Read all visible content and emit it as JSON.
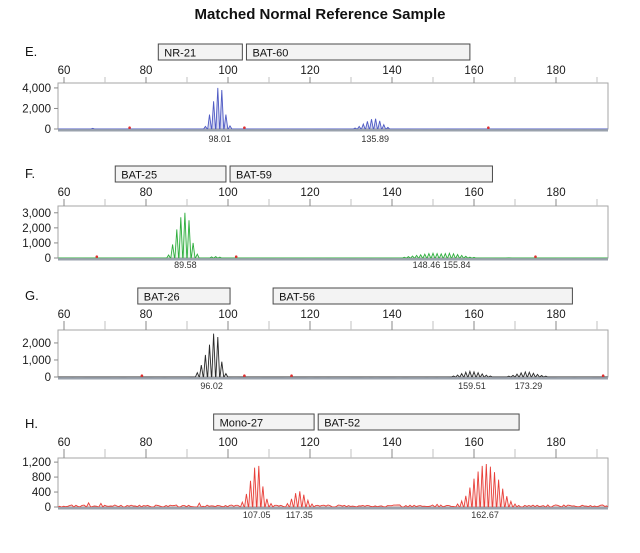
{
  "title": "Matched Normal Reference Sample",
  "colors": {
    "frame": "#a6a6a6",
    "baseline_bar": "#9aa2ac",
    "marker_bar_fill": "#f3f3f3",
    "marker_bar_border": "#4a4a4a",
    "tick_major": "#8a8a8a",
    "tick_minor": "#c2c2c2",
    "red_dot": "#e03030",
    "blue_trace": "#4f5bc4",
    "green_trace": "#2fae3e",
    "black_trace": "#2b2b2b",
    "red_trace": "#e8403a"
  },
  "x_axis": {
    "labeled_ticks": [
      60,
      80,
      100,
      120,
      140,
      160,
      180
    ],
    "minor_step": 10,
    "min_tick": 60,
    "max_tick": 190
  },
  "chart_data": [
    {
      "panel": "E.",
      "type": "area",
      "trace_color_key": "blue_trace",
      "fill_opacity": 0.25,
      "y_ticks": [
        {
          "v": 0,
          "label": "0"
        },
        {
          "v": 2000,
          "label": "2,000"
        },
        {
          "v": 4000,
          "label": "4,000"
        }
      ],
      "markers": [
        {
          "label": "NR-21",
          "start_bp": 83,
          "end_bp": 103.5
        },
        {
          "label": "BAT-60",
          "start_bp": 104.5,
          "end_bp": 159
        }
      ],
      "clusters": [
        {
          "start_bp": 94.5,
          "heights": [
            250,
            1400,
            2700,
            4000,
            3800,
            1400,
            300
          ],
          "labels": [
            {
              "text": "98.01",
              "bp": 98.0
            }
          ]
        },
        {
          "start_bp": 131,
          "heights": [
            100,
            250,
            480,
            750,
            950,
            1000,
            800,
            420,
            160
          ],
          "labels": [
            {
              "text": "135.89",
              "bp": 135.9
            }
          ]
        }
      ],
      "bumps": [
        {
          "bp": 67,
          "h": 70
        }
      ],
      "noise_amp": 10,
      "red_dots": [
        76,
        104,
        163.5
      ]
    },
    {
      "panel": "F.",
      "type": "area",
      "trace_color_key": "green_trace",
      "fill_opacity": 0.1,
      "y_ticks": [
        {
          "v": 0,
          "label": "0"
        },
        {
          "v": 1000,
          "label": "1,000"
        },
        {
          "v": 2000,
          "label": "2,000"
        },
        {
          "v": 3000,
          "label": "3,000"
        }
      ],
      "markers": [
        {
          "label": "BAT-25",
          "start_bp": 72.5,
          "end_bp": 99.5
        },
        {
          "label": "BAT-59",
          "start_bp": 100.5,
          "end_bp": 164.5
        }
      ],
      "clusters": [
        {
          "start_bp": 85.5,
          "heights": [
            200,
            900,
            1900,
            2700,
            3000,
            2500,
            1000,
            250
          ],
          "labels": [
            {
              "text": "89.58",
              "bp": 89.6
            }
          ]
        },
        {
          "start_bp": 96,
          "heights": [
            70,
            90,
            60
          ],
          "labels": []
        },
        {
          "start_bp": 143,
          "heights": [
            50,
            90,
            130,
            170,
            210,
            250,
            290,
            310,
            290,
            270,
            290,
            310,
            280,
            230,
            170,
            110,
            60,
            40
          ],
          "labels": [
            {
              "text": "148.46",
              "bp": 148.4
            },
            {
              "text": "155.84",
              "bp": 155.8
            }
          ]
        }
      ],
      "bumps": [],
      "noise_amp": 10,
      "red_dots": [
        68,
        102,
        175
      ]
    },
    {
      "panel": "G.",
      "type": "area",
      "trace_color_key": "black_trace",
      "fill_opacity": 0.06,
      "y_ticks": [
        {
          "v": 0,
          "label": "0"
        },
        {
          "v": 1000,
          "label": "1,000"
        },
        {
          "v": 2000,
          "label": "2,000"
        }
      ],
      "markers": [
        {
          "label": "BAT-26",
          "start_bp": 78,
          "end_bp": 100.5
        },
        {
          "label": "BAT-56",
          "start_bp": 111,
          "end_bp": 184
        }
      ],
      "clusters": [
        {
          "start_bp": 92.5,
          "heights": [
            250,
            700,
            1300,
            1900,
            2550,
            2350,
            900,
            200
          ],
          "labels": [
            {
              "text": "96.02",
              "bp": 96.0
            }
          ]
        },
        {
          "start_bp": 155,
          "heights": [
            60,
            120,
            200,
            280,
            330,
            300,
            250,
            180,
            110,
            60
          ],
          "labels": [
            {
              "text": "159.51",
              "bp": 159.5
            }
          ]
        },
        {
          "start_bp": 168.5,
          "heights": [
            50,
            100,
            170,
            240,
            300,
            280,
            220,
            150,
            90,
            50
          ],
          "labels": [
            {
              "text": "173.29",
              "bp": 173.3
            }
          ]
        }
      ],
      "bumps": [],
      "noise_amp": 8,
      "red_dots": [
        79,
        104,
        115.5,
        191.5
      ]
    },
    {
      "panel": "H.",
      "type": "area",
      "trace_color_key": "red_trace",
      "fill_opacity": 0.12,
      "y_ticks": [
        {
          "v": 0,
          "label": "0"
        },
        {
          "v": 400,
          "label": "400"
        },
        {
          "v": 800,
          "label": "800"
        },
        {
          "v": 1200,
          "label": "1,200"
        }
      ],
      "markers": [
        {
          "label": "Mono-27",
          "start_bp": 96.5,
          "end_bp": 121
        },
        {
          "label": "BAT-52",
          "start_bp": 122,
          "end_bp": 171
        }
      ],
      "clusters": [
        {
          "start_bp": 103.5,
          "heights": [
            130,
            350,
            700,
            1050,
            1100,
            550,
            220,
            90
          ],
          "labels": [
            {
              "text": "107.05",
              "bp": 107.0
            }
          ]
        },
        {
          "start_bp": 114.5,
          "heights": [
            90,
            220,
            370,
            420,
            330,
            180,
            80
          ],
          "labels": [
            {
              "text": "117.35",
              "bp": 117.4
            }
          ]
        },
        {
          "start_bp": 156,
          "heights": [
            80,
            160,
            300,
            520,
            760,
            950,
            1100,
            1150,
            1080,
            930,
            730,
            490,
            290,
            150,
            80
          ],
          "labels": [
            {
              "text": "162.67",
              "bp": 162.7
            }
          ]
        }
      ],
      "bumps": [
        {
          "bp": 66,
          "h": 110
        },
        {
          "bp": 69,
          "h": 95
        },
        {
          "bp": 93,
          "h": 105
        },
        {
          "bp": 151,
          "h": 70
        },
        {
          "bp": 178,
          "h": 55
        }
      ],
      "noise_amp": 55,
      "red_dots": []
    }
  ]
}
